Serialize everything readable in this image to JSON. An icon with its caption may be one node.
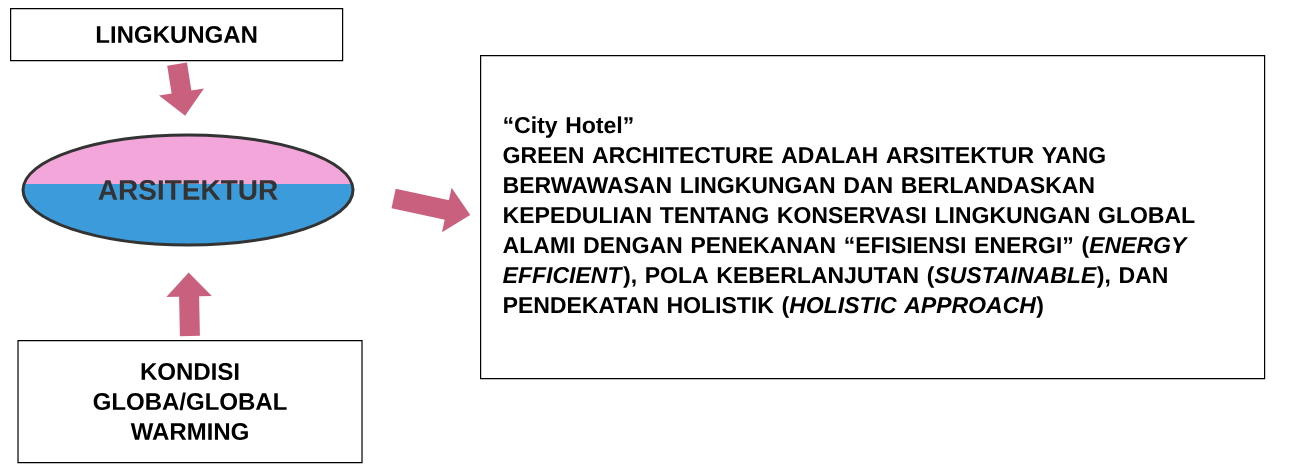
{
  "diagram": {
    "nodes": [
      {
        "text": [
          "LINGKUNGAN"
        ]
      },
      {
        "text": [
          "ARSITEKTUR"
        ]
      },
      {
        "text": [
          "KONDISI GLOBA/GLOBAL WARMING"
        ]
      },
      {
        "text": [
          "“City Hotel”",
          "GREEN ARCHITECTURE ADALAH ARSITEKTUR YANG BERWAWASAN LINGKUNGAN DAN BERLANDASKAN KEPEDULIAN TENTANG KONSERVASI LINGKUNGAN GLOBAL ALAMI DENGAN PENEKANAN “EFISIENSI ENERGI” (*ENERGY EFFICIENT*), POLA KEBERLANJUTAN (*SUSTAINABLE*), DAN PENDEKATAN HOLISTIK (*HOLISTIC APPROACH*)"
        ]
      }
    ],
    "edges": [
      {
        "from": 0,
        "to": 1,
        "arrow": "to"
      },
      {
        "from": 2,
        "to": 1,
        "arrow": "to"
      },
      {
        "from": 1,
        "to": 3,
        "arrow": "to"
      }
    ]
  }
}
